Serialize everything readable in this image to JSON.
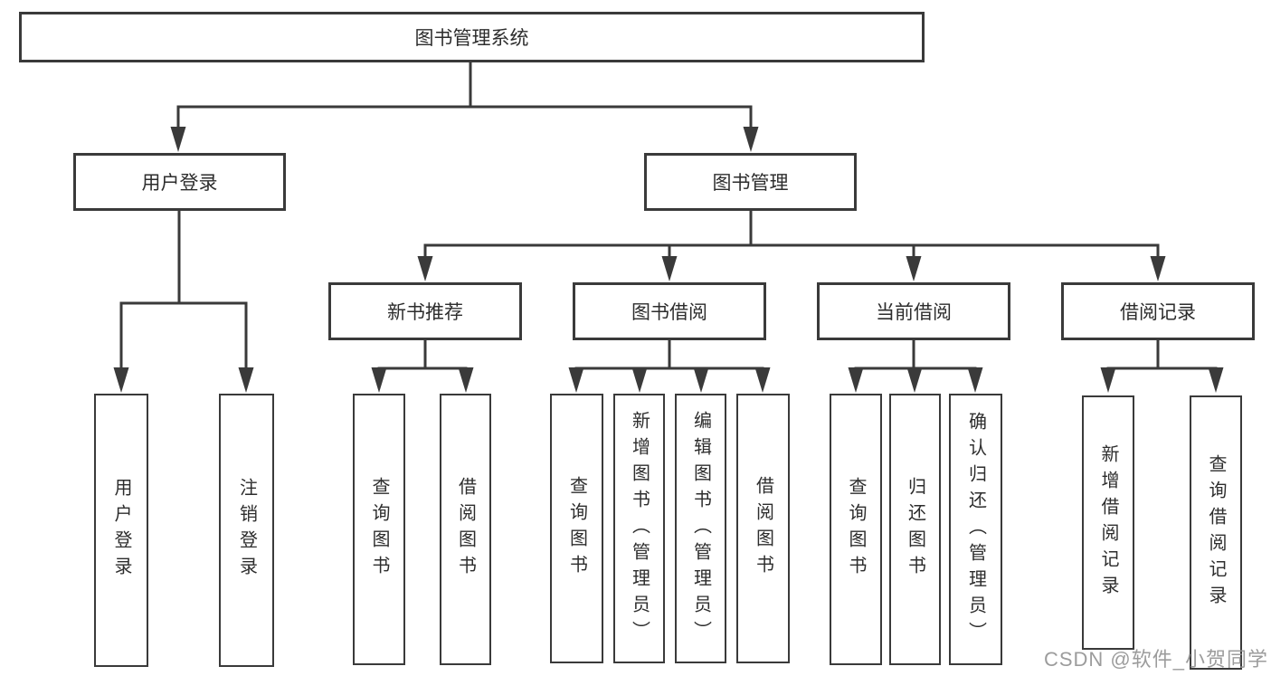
{
  "watermark": {
    "text": "CSDN @软件_小贺同学"
  },
  "colors": {
    "line": "#3a3a3a",
    "box_border": "#3a3a3a",
    "box_background": "#ffffff",
    "text": "#2d2d2d",
    "watermark": "#919191",
    "background": "#ffffff"
  },
  "nodes": {
    "root": "图书管理系统",
    "user_login": "用户登录",
    "book_management": "图书管理",
    "new_book_recommendation": "新书推荐",
    "book_borrowing": "图书借阅",
    "current_borrowing": "当前借阅",
    "borrowing_records": "借阅记录",
    "ul_user_login": "用户登录",
    "ul_logout": "注销登录",
    "nbr_query_books": "查询图书",
    "nbr_borrow_books": "借阅图书",
    "bb_query_books": "查询图书",
    "bb_add_books_admin": "新增图书（管理员）",
    "bb_edit_books_admin": "编辑图书（管理员）",
    "bb_borrow_books": "借阅图书",
    "cb_query_books": "查询图书",
    "cb_return_books": "归还图书",
    "cb_confirm_return_admin": "确认归还（管理员）",
    "br_add_record": "新增借阅记录",
    "br_query_record": "查询借阅记录"
  }
}
